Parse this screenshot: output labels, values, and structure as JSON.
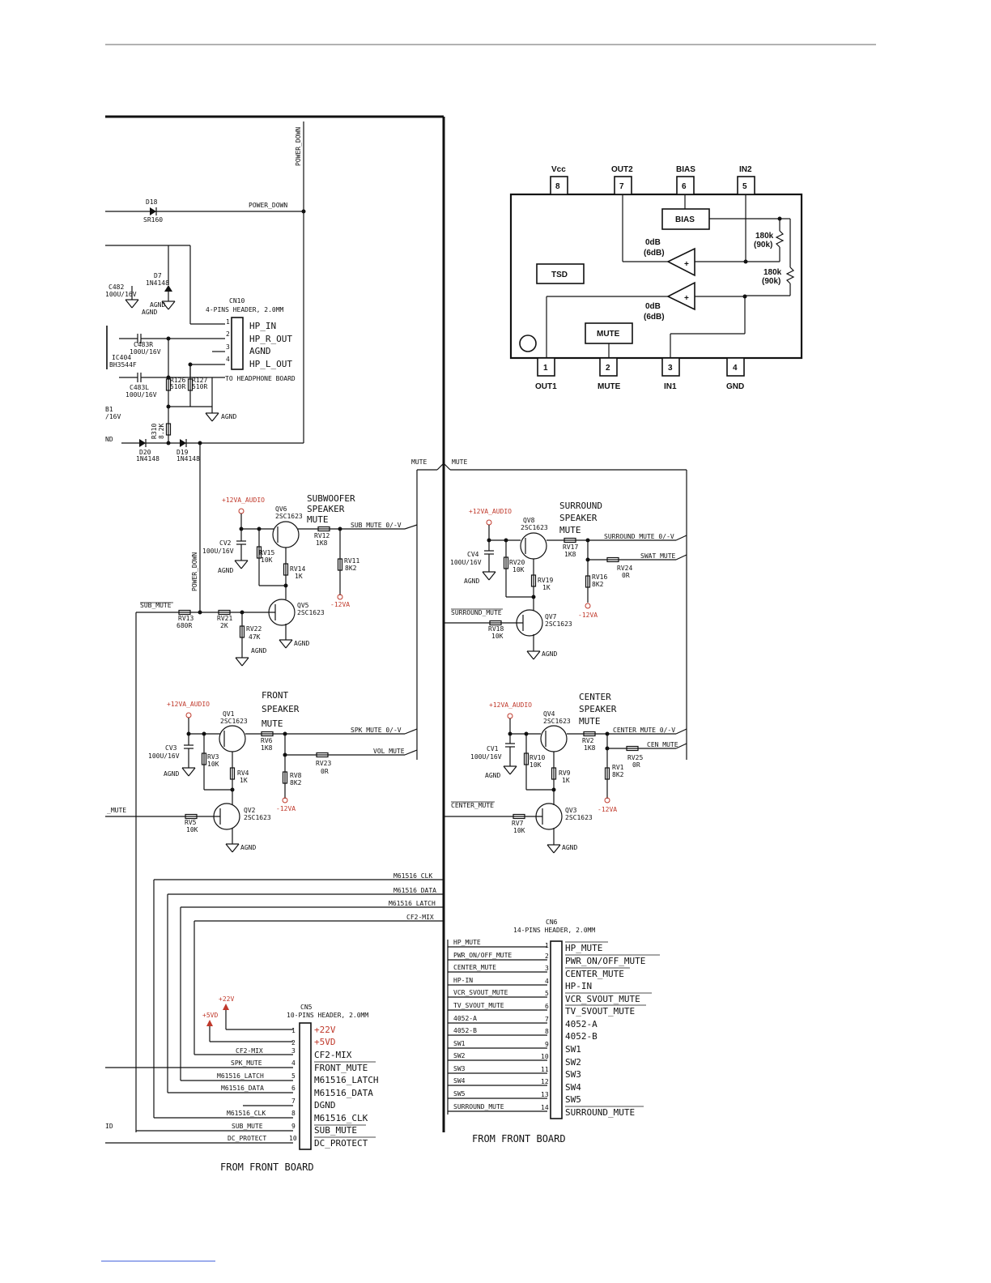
{
  "nets": {
    "power_down": "POWER_DOWN",
    "mute": "MUTE",
    "sub_mute": "SUB_MUTE",
    "sub_mute_ov": "SUB_MUTE_0/-V",
    "spk_mute_ov": "SPK_MUTE_0/-V",
    "vol_mute": "VOL_MUTE",
    "surround_mute_ov": "SURROUND_MUTE_0/-V",
    "swat_mute": "SWAT_MUTE",
    "surround_mute": "SURROUND_MUTE",
    "center_mute_ov": "CENTER_MUTE_0/-V",
    "cen_mute": "CEN_MUTE",
    "center_mute": "CENTER_MUTE",
    "m_clk": "M61516_CLK",
    "m_data": "M61516_DATA",
    "m_latch": "M61516_LATCH",
    "cf2mix": "CF2-MIX",
    "v12a": "+12VA_AUDIO",
    "vneg12": "-12VA",
    "agnd": "AGND",
    "p22v": "+22V",
    "p5vd": "+5VD"
  },
  "left_parts": {
    "d18": "D18",
    "d18v": "SR160",
    "d7": "D7",
    "d7v": "1N4148",
    "c482": "C482",
    "c482v": "100U/16V",
    "c483r": "C483R",
    "c483rv": "100U/16V",
    "ic404": "IC404",
    "ic404v": "BH3544F",
    "c483l": "C483L",
    "c483lv": "100U/16V",
    "r126": "R126",
    "r126v": "510R",
    "r127": "R127",
    "r127v": "510R",
    "r310": "R310",
    "r310v": "8.2K",
    "d20": "D20",
    "d20v": "1N4148",
    "d19": "D19",
    "d19v": "1N4148",
    "b1": "B1",
    "b1v": "/16V",
    "nd": "ND",
    "mute_frag": "_MUTE",
    "id": "ID"
  },
  "cn10": {
    "name": "CN10",
    "desc": "4-PINS HEADER, 2.0MM",
    "foot": "TO HEADPHONE BOARD",
    "pins": [
      "HP_IN",
      "HP_R_OUT",
      "AGND",
      "HP_L_OUT"
    ]
  },
  "sub": {
    "title1": "SUBWOOFER",
    "title2": "SPEAKER",
    "title3": "MUTE",
    "qv6": "QV6",
    "qv6v": "2SC1623",
    "cv2": "CV2",
    "cv2v": "100U/16V",
    "rv15": "RV15",
    "rv15v": "10K",
    "rv14": "RV14",
    "rv14v": "1K",
    "rv12": "RV12",
    "rv12v": "1K8",
    "rv11": "RV11",
    "rv11v": "8K2",
    "qv5": "QV5",
    "qv5v": "2SC1623",
    "rv13": "RV13",
    "rv13v": "680R",
    "rv21": "RV21",
    "rv21v": "2K",
    "rv22": "RV22",
    "rv22v": "47K"
  },
  "front": {
    "title1": "FRONT",
    "title2": "SPEAKER",
    "title3": "MUTE",
    "qv1": "QV1",
    "qv1v": "2SC1623",
    "cv3": "CV3",
    "cv3v": "100U/16V",
    "rv3": "RV3",
    "rv3v": "10K",
    "rv4": "RV4",
    "rv4v": "1K",
    "rv6": "RV6",
    "rv6v": "1K8",
    "rv8": "RV8",
    "rv8v": "8K2",
    "rv23": "RV23",
    "rv23v": "0R",
    "qv2": "QV2",
    "qv2v": "2SC1623",
    "rv5": "RV5",
    "rv5v": "10K"
  },
  "surround": {
    "title1": "SURROUND",
    "title2": "SPEAKER",
    "title3": "MUTE",
    "qv8": "QV8",
    "qv8v": "2SC1623",
    "cv4": "CV4",
    "cv4v": "100U/16V",
    "rv20": "RV20",
    "rv20v": "10K",
    "rv19": "RV19",
    "rv19v": "1K",
    "rv17": "RV17",
    "rv17v": "1K8",
    "rv16": "RV16",
    "rv16v": "8K2",
    "rv24": "RV24",
    "rv24v": "0R",
    "qv7": "QV7",
    "qv7v": "2SC1623",
    "rv18": "RV18",
    "rv18v": "10K"
  },
  "center": {
    "title1": "CENTER",
    "title2": "SPEAKER",
    "title3": "MUTE",
    "qv4": "QV4",
    "qv4v": "2SC1623",
    "cv1": "CV1",
    "cv1v": "100U/16V",
    "rv10": "RV10",
    "rv10v": "10K",
    "rv9": "RV9",
    "rv9v": "1K",
    "rv2": "RV2",
    "rv2v": "1K8",
    "rv1": "RV1",
    "rv1v": "8K2",
    "rv25": "RV25",
    "rv25v": "0R",
    "qv3": "QV3",
    "qv3v": "2SC1623",
    "rv7": "RV7",
    "rv7v": "10K"
  },
  "ic": {
    "top_pins": [
      {
        "n": "8",
        "l": "Vcc"
      },
      {
        "n": "7",
        "l": "OUT2"
      },
      {
        "n": "6",
        "l": "BIAS"
      },
      {
        "n": "5",
        "l": "IN2"
      }
    ],
    "bot_pins": [
      {
        "n": "1",
        "l": "OUT1"
      },
      {
        "n": "2",
        "l": "MUTE"
      },
      {
        "n": "3",
        "l": "IN1"
      },
      {
        "n": "4",
        "l": "GND"
      }
    ],
    "bias": "BIAS",
    "tsd": "TSD",
    "mute": "MUTE",
    "gain1a": "0dB",
    "gain1b": "(6dB)",
    "gain2a": "0dB",
    "gain2b": "(6dB)",
    "r1a": "180k",
    "r1b": "(90k)",
    "r2a": "180k",
    "r2b": "(90k)"
  },
  "cn5": {
    "name": "CN5",
    "desc": "10-PINS HEADER, 2.0MM",
    "foot": "FROM FRONT BOARD",
    "pins": [
      "+22V",
      "+5VD",
      "CF2-MIX",
      "FRONT_MUTE",
      "M61516_LATCH",
      "M61516_DATA",
      "DGND",
      "M61516_CLK",
      "SUB_MUTE",
      "DC_PROTECT"
    ],
    "nets": [
      "",
      "",
      "CF2-MIX",
      "SPK_MUTE",
      "M61516_LATCH",
      "M61516_DATA",
      "",
      "M61516_CLK",
      "SUB_MUTE",
      "DC_PROTECT"
    ]
  },
  "cn6": {
    "name": "CN6",
    "desc": "14-PINS HEADER, 2.0MM",
    "foot": "FROM FRONT BOARD",
    "pins": [
      "HP_MUTE",
      "PWR_ON/OFF_MUTE",
      "CENTER_MUTE",
      "HP-IN",
      "VCR_SVOUT_MUTE",
      "TV_SVOUT_MUTE",
      "4052-A",
      "4052-B",
      "SW1",
      "SW2",
      "SW3",
      "SW4",
      "SW5",
      "SURROUND_MUTE"
    ],
    "nets": [
      "HP_MUTE",
      "PWR_ON/OFF_MUTE",
      "CENTER_MUTE",
      "HP-IN",
      "VCR_SVOUT_MUTE",
      "TV_SVOUT_MUTE",
      "4052-A",
      "4052-B",
      "SW1",
      "SW2",
      "SW3",
      "SW4",
      "SW5",
      "SURROUND_MUTE"
    ]
  }
}
